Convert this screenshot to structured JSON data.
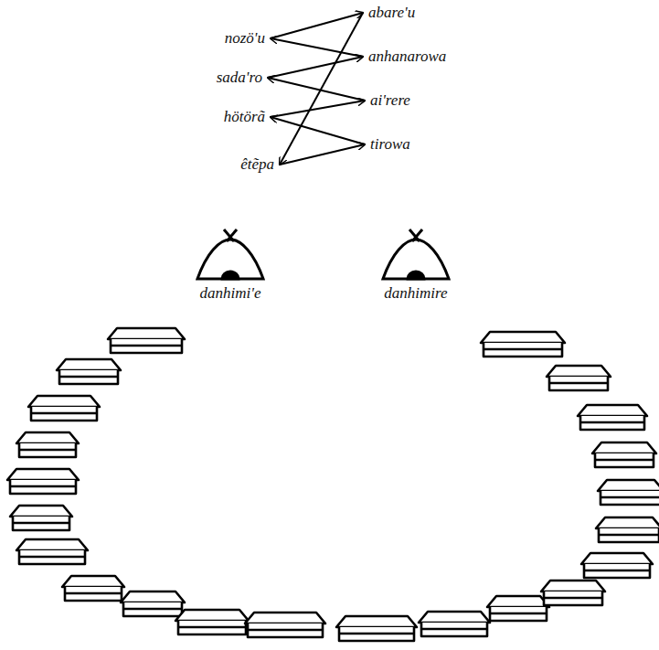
{
  "diagram": {
    "nodes": [
      {
        "text": [
          "nozö'u"
        ]
      },
      {
        "text": [
          "sada'ro"
        ]
      },
      {
        "text": [
          "hötörã"
        ]
      },
      {
        "text": [
          "êtẽpa"
        ]
      },
      {
        "text": [
          "abare'u"
        ]
      },
      {
        "text": [
          "anhanarowa"
        ]
      },
      {
        "text": [
          "ai'rere"
        ]
      },
      {
        "text": [
          "tirowa"
        ]
      }
    ],
    "edges": [
      {
        "from": 0,
        "to": 4,
        "arrow": "to"
      },
      {
        "from": 5,
        "to": 0,
        "arrow": "to"
      },
      {
        "from": 1,
        "to": 5,
        "arrow": "to"
      },
      {
        "from": 6,
        "to": 1,
        "arrow": "to"
      },
      {
        "from": 2,
        "to": 6,
        "arrow": "to"
      },
      {
        "from": 7,
        "to": 2,
        "arrow": "to"
      },
      {
        "from": 3,
        "to": 7,
        "arrow": "to"
      },
      {
        "from": 4,
        "to": 3,
        "arrow": "to"
      }
    ],
    "labels": [
      "danhimi'e",
      "danhimire"
    ]
  }
}
